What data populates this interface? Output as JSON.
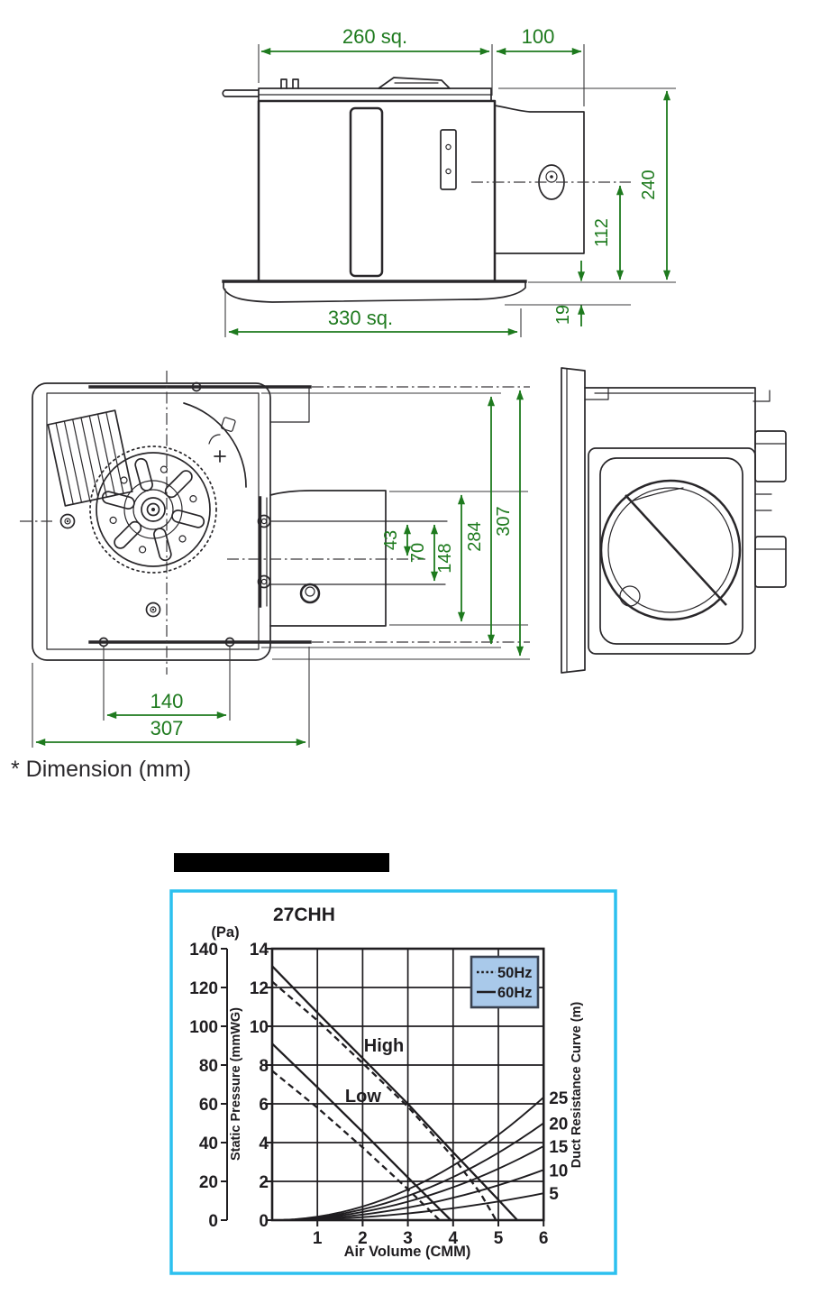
{
  "colors": {
    "dimension_green": "#1e7a1e",
    "line_dark": "#29272a",
    "chart_border_cyan": "#2cc0ef",
    "legend_fill": "#a9c9ea",
    "redacted_bar": "#000000"
  },
  "note": "* Dimension (mm)",
  "side_view": {
    "dims": {
      "top_width": "260 sq.",
      "duct_length": "100",
      "overall_height": "240",
      "duct_center_height": "112",
      "flange_thickness": "19",
      "flange_width": "330 sq."
    }
  },
  "top_view": {
    "dims": {
      "duct_offset_a": "43",
      "duct_offset_b": "70",
      "duct_width": "148",
      "body_depth": "284",
      "overall_depth": "307",
      "mount_pitch": "140",
      "overall_width": "307"
    }
  },
  "chart_data": {
    "type": "line",
    "title": "27CHH",
    "x_axis": {
      "label": "Air Volume (CMM)",
      "min": 0,
      "max": 6,
      "ticks": [
        1,
        2,
        3,
        4,
        5,
        6
      ]
    },
    "y_axis_primary": {
      "label": "Static Pressure (mmWG)",
      "min": 0,
      "max": 14,
      "ticks": [
        0,
        2,
        4,
        6,
        8,
        10,
        12,
        14
      ]
    },
    "y_axis_secondary": {
      "label": "(Pa)",
      "min": 0,
      "max": 140,
      "ticks": [
        0,
        20,
        40,
        60,
        80,
        100,
        120,
        140
      ]
    },
    "right_axis_label": "Duct Resistance Curve (m)",
    "grid": true,
    "legend": [
      {
        "label": "50Hz",
        "style": "dashed"
      },
      {
        "label": "60Hz",
        "style": "solid"
      }
    ],
    "series": [
      {
        "name": "High (60Hz)",
        "style": "solid",
        "points": [
          [
            0,
            13.1
          ],
          [
            1,
            10.7
          ],
          [
            2,
            8.35
          ],
          [
            3,
            6.0
          ],
          [
            4,
            3.5
          ],
          [
            5,
            1.05
          ],
          [
            5.42,
            0
          ]
        ]
      },
      {
        "name": "High (50Hz)",
        "style": "dashed",
        "points": [
          [
            0,
            12.3
          ],
          [
            1,
            10.3
          ],
          [
            2,
            8.1
          ],
          [
            3,
            5.85
          ],
          [
            4,
            3.25
          ],
          [
            4.6,
            1.4
          ],
          [
            4.95,
            0
          ]
        ]
      },
      {
        "name": "Low (60Hz)",
        "style": "solid",
        "points": [
          [
            0,
            9.1
          ],
          [
            1,
            6.85
          ],
          [
            2,
            4.55
          ],
          [
            3,
            2.2
          ],
          [
            3.95,
            0
          ]
        ]
      },
      {
        "name": "Low (50Hz)",
        "style": "dashed",
        "points": [
          [
            0,
            7.7
          ],
          [
            1,
            5.8
          ],
          [
            2,
            3.75
          ],
          [
            3,
            1.6
          ],
          [
            3.7,
            0
          ]
        ]
      }
    ],
    "duct_resistance_curves": [
      {
        "label": "25",
        "k": 0.176,
        "value_at_6cmm": 6.34
      },
      {
        "label": "20",
        "k": 0.139,
        "value_at_6cmm": 5.0
      },
      {
        "label": "15",
        "k": 0.106,
        "value_at_6cmm": 3.82
      },
      {
        "label": "10",
        "k": 0.072,
        "value_at_6cmm": 2.59
      },
      {
        "label": "5",
        "k": 0.0385,
        "value_at_6cmm": 1.39
      }
    ],
    "curve_labels": [
      {
        "text": "High",
        "x": 2.47,
        "y": 8.7
      },
      {
        "text": "Low",
        "x": 2.01,
        "y": 6.1
      }
    ]
  }
}
